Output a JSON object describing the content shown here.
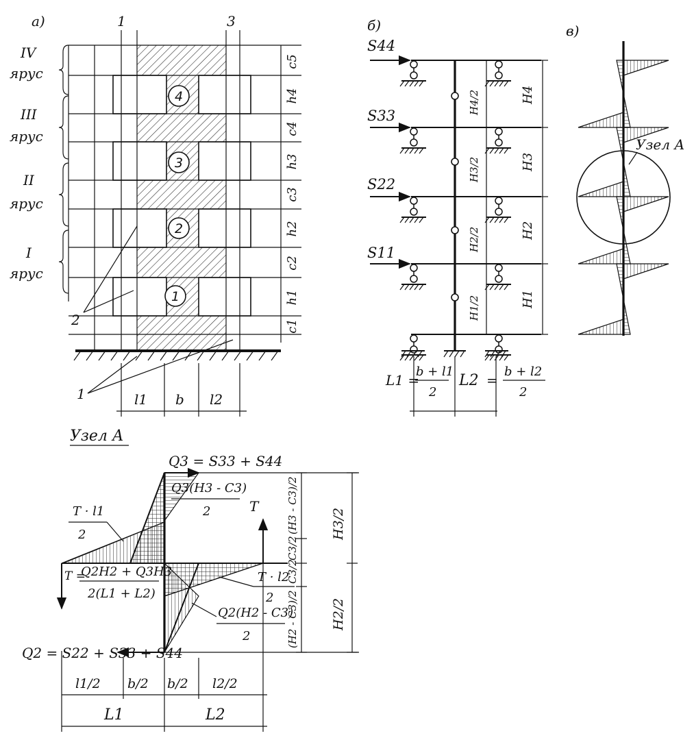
{
  "panel_a": {
    "label": "а)",
    "axis_left": "1",
    "axis_right": "3",
    "tiers": [
      {
        "numeral": "IV",
        "word": "ярус"
      },
      {
        "numeral": "III",
        "word": "ярус"
      },
      {
        "numeral": "II",
        "word": "ярус"
      },
      {
        "numeral": "I",
        "word": "ярус"
      }
    ],
    "levels_right": [
      "c5",
      "h4",
      "c4",
      "h3",
      "c3",
      "h2",
      "c2",
      "h1",
      "c1"
    ],
    "circles": [
      "4",
      "3",
      "2",
      "1"
    ],
    "callout_2": "2",
    "callout_1": "1",
    "dims_bottom": [
      "l1",
      "b",
      "l2"
    ]
  },
  "panel_b": {
    "label": "б)",
    "forces": [
      "S44",
      "S33",
      "S22",
      "S11"
    ],
    "half_heights": [
      "H4/2",
      "H3/2",
      "H2/2",
      "H1/2"
    ],
    "heights": [
      "H4",
      "H3",
      "H2",
      "H1"
    ],
    "bottom_formula": {
      "left": "L1 =",
      "frac1_num": "b + l1",
      "frac1_den": "2",
      "mid": "L2",
      "eq": "=",
      "frac2_num": "b + l2",
      "frac2_den": "2"
    }
  },
  "panel_c": {
    "label": "в)",
    "node_label": "Узел А"
  },
  "node_a": {
    "title": "Узел А",
    "q3": "Q3 = S33 + S44",
    "q3_frac_num": "Q3(H3 - C3)",
    "q3_frac_den": "2",
    "t_label": "T",
    "tl1_num": "T · l1",
    "tl1_den": "2",
    "t_formula_lhs": "T =",
    "t_formula_num": "Q2H2 + Q3H3",
    "t_formula_den": "2(L1 + L2)",
    "tl2_num": "T · l2",
    "tl2_den": "2",
    "q2_frac_num": "Q2(H2 - C3)",
    "q2_frac_den": "2",
    "q2": "Q2 = S22 + S33 + S44",
    "right_dims": [
      "(H3 - C3)/2",
      "C3/2",
      "C3/2",
      "(H2 - C3)/2"
    ],
    "far_dims": [
      "H3/2",
      "H2/2"
    ],
    "bottom_dims_row1": [
      "l1/2",
      "b/2",
      "b/2",
      "l2/2"
    ],
    "bottom_dims_row2": [
      "L1",
      "L2"
    ]
  }
}
